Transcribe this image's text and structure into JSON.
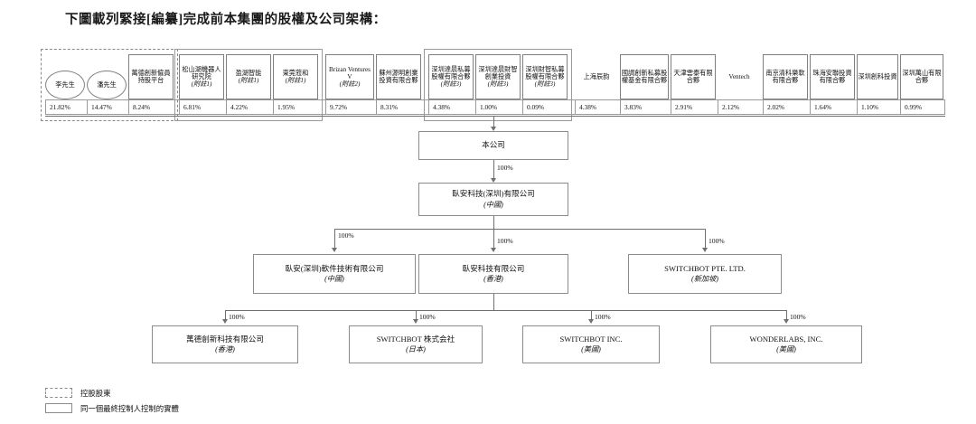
{
  "title": "下圖載列緊接[編纂]完成前本集團的股權及公司架構：",
  "shareholders": [
    {
      "name": "李先生",
      "note": "",
      "pct": "21.82%",
      "shape": "ellipse",
      "group": "controlling"
    },
    {
      "name": "潘先生",
      "note": "",
      "pct": "14.47%",
      "shape": "ellipse",
      "group": "controlling"
    },
    {
      "name": "萬德創新僱員持股平台",
      "note": "",
      "pct": "8.24%",
      "shape": "rect",
      "group": "controlling"
    },
    {
      "name": "松山湖機器人研究院",
      "note": "(附註1)",
      "pct": "6.81%",
      "shape": "rect",
      "group": "same-controller-1"
    },
    {
      "name": "盈湖智能",
      "note": "(附註1)",
      "pct": "4.22%",
      "shape": "rect",
      "group": "same-controller-1"
    },
    {
      "name": "東莞蒞和",
      "note": "(附註1)",
      "pct": "1.95%",
      "shape": "rect",
      "group": "same-controller-1"
    },
    {
      "name": "Brizan Ventures V",
      "note": "(附註2)",
      "pct": "9.72%",
      "shape": "rect",
      "group": ""
    },
    {
      "name": "蘇州源明創業投資有限合夥",
      "note": "",
      "pct": "8.31%",
      "shape": "rect",
      "group": ""
    },
    {
      "name": "深圳達晨私募股權有限合夥",
      "note": "(附註3)",
      "pct": "4.38%",
      "shape": "rect",
      "group": "same-controller-2"
    },
    {
      "name": "深圳達晨財智創業投資",
      "note": "(附註3)",
      "pct": "1.00%",
      "shape": "rect",
      "group": "same-controller-2"
    },
    {
      "name": "深圳財智私募股權有限合夥",
      "note": "(附註3)",
      "pct": "0.09%",
      "shape": "rect",
      "group": "same-controller-2"
    },
    {
      "name": "上海辰韵",
      "note": "",
      "pct": "4.38%",
      "shape": "plain",
      "group": ""
    },
    {
      "name": "國調創新私募股權基金有限合夥",
      "note": "",
      "pct": "3.83%",
      "shape": "rect",
      "group": ""
    },
    {
      "name": "天津雲泰有限合夥",
      "note": "",
      "pct": "2.91%",
      "shape": "rect",
      "group": ""
    },
    {
      "name": "Ventech",
      "note": "",
      "pct": "2.12%",
      "shape": "plain",
      "group": ""
    },
    {
      "name": "南京清科樂軟有限合夥",
      "note": "",
      "pct": "2.02%",
      "shape": "rect",
      "group": ""
    },
    {
      "name": "珠海安聯投資有限合夥",
      "note": "",
      "pct": "1.64%",
      "shape": "rect",
      "group": ""
    },
    {
      "name": "深圳創科投資",
      "note": "",
      "pct": "1.10%",
      "shape": "rect",
      "group": ""
    },
    {
      "name": "深圳萬山有限合夥",
      "note": "",
      "pct": "0.99%",
      "shape": "rect",
      "group": ""
    }
  ],
  "nodes": {
    "company": {
      "name": "本公司",
      "sub": ""
    },
    "wyze_cn": {
      "name": "臥安科技(深圳)有限公司",
      "sub": "(中國)"
    },
    "tier3": [
      {
        "name": "臥安(深圳)軟件技術有限公司",
        "sub": "(中國)",
        "pct": "100%"
      },
      {
        "name": "臥安科技有限公司",
        "sub": "(香港)",
        "pct": "100%"
      },
      {
        "name": "SWITCHBOT PTE. LTD.",
        "sub": "(新加坡)",
        "pct": "100%"
      }
    ],
    "tier4": [
      {
        "name": "萬德創新科技有限公司",
        "sub": "(香港)",
        "pct": "100%"
      },
      {
        "name": "SWITCHBOT 株式会社",
        "sub": "(日本)",
        "pct": "100%"
      },
      {
        "name": "SWITCHBOT INC.",
        "sub": "(美國)",
        "pct": "100%"
      },
      {
        "name": "WONDERLABS, INC.",
        "sub": "(美國)",
        "pct": "100%"
      }
    ]
  },
  "edge_labels": {
    "company_to_wyze": "100%"
  },
  "legend": [
    {
      "key": "dashed",
      "text": "控股股東"
    },
    {
      "key": "solid",
      "text": "同一個最終控制人控制的實體"
    }
  ]
}
